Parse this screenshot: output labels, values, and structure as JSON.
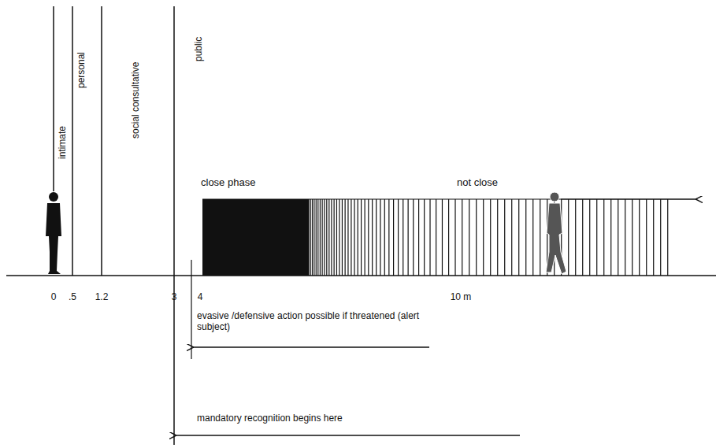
{
  "diagram": {
    "labels": [
      "intimate",
      "personal",
      "social consultative",
      "public",
      "close phase",
      "not close",
      "0",
      ".5",
      "1.2",
      "3",
      "4",
      "10 m",
      "evasive /defensive action possible if threatened (alert subject)",
      "mandatory recognition begins here"
    ]
  }
}
